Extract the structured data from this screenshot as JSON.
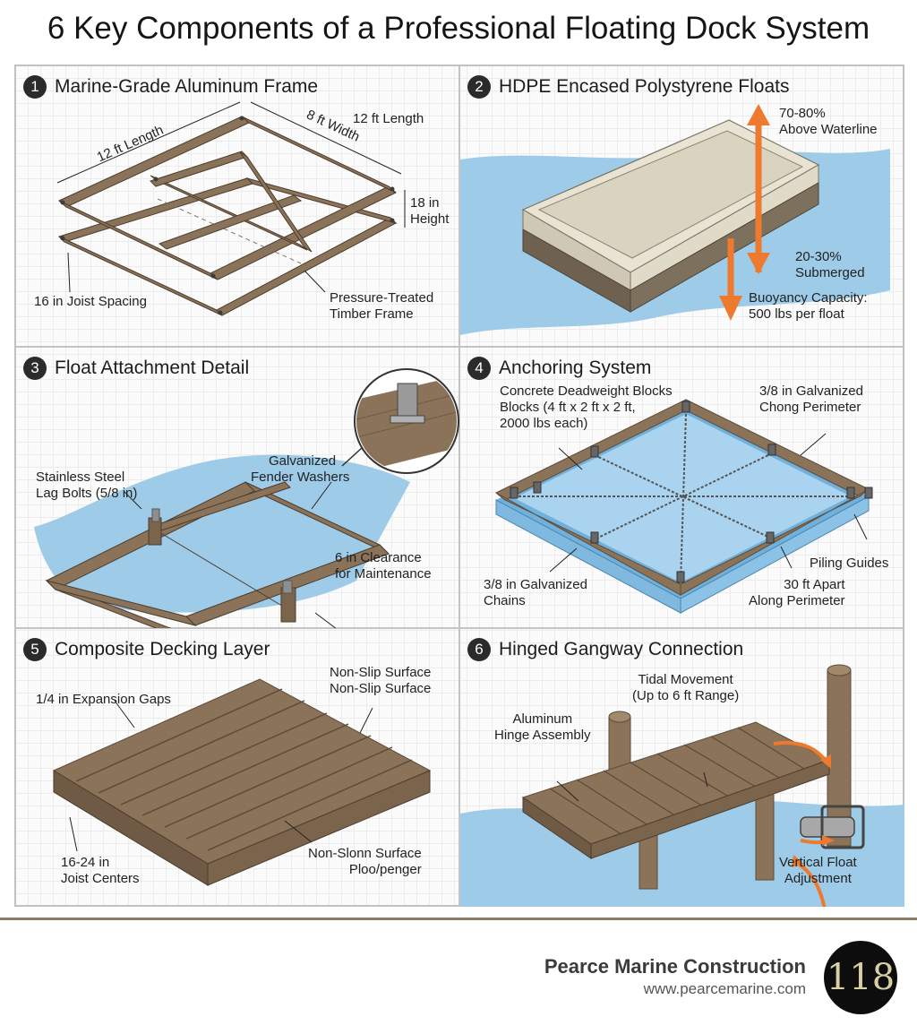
{
  "title": "6 Key Components of a Professional Floating Dock System",
  "panels": [
    {
      "num": "1",
      "title": "Marine-Grade Aluminum Frame",
      "labels": {
        "length_a": "12 ft Length",
        "width": "8 ft Width",
        "length_b": "12 ft Length",
        "height_1": "18 in",
        "height_2": "Height",
        "joist": "16 in Joist Spacing",
        "timber_1": "Pressure-Treated",
        "timber_2": "Timber Frame"
      }
    },
    {
      "num": "2",
      "title": "HDPE Encased Polystyrene Floats",
      "labels": {
        "above_1": "70-80%",
        "above_2": "Above Waterline",
        "sub_1": "20-30%",
        "sub_2": "Submerged",
        "buoy_1": "Buoyancy Capacity:",
        "buoy_2": "500 lbs per float"
      }
    },
    {
      "num": "3",
      "title": "Float Attachment Detail",
      "labels": {
        "lag_1": "Stainless Steel",
        "lag_2": "Lag Bolts (5/8 in)",
        "washer_1": "Galvanized",
        "washer_2": "Fender Washers",
        "clear_1": "6 in Clearance",
        "clear_2": "for Maintenance"
      }
    },
    {
      "num": "4",
      "title": "Anchoring System",
      "labels": {
        "blocks_1": "Concrete Deadweight Blocks",
        "blocks_2": "Blocks (4 ft x 2 ft x 2 ft,",
        "blocks_3": "2000 lbs each)",
        "perim_1": "3/8 in Galvanized",
        "perim_2": "Chong Perimeter",
        "piling": "Piling Guides",
        "chains_1": "3/8 in Galvanized",
        "chains_2": "Chains",
        "apart_1": "30 ft Apart",
        "apart_2": "Along Perimeter"
      }
    },
    {
      "num": "5",
      "title": "Composite Decking Layer",
      "labels": {
        "gaps": "1/4 in Expansion Gaps",
        "nonslip_1": "Non-Slip Surface",
        "nonslip_2": "Non-Slip Surface",
        "joist_1": "16-24 in",
        "joist_2": "Joist Centers",
        "slow_1": "Non-Slonn Surface",
        "slow_2": "Ploo/penger"
      }
    },
    {
      "num": "6",
      "title": "Hinged Gangway Connection",
      "labels": {
        "tidal_1": "Tidal Movement",
        "tidal_2": "(Up to 6 ft Range)",
        "hinge_1": "Aluminum",
        "hinge_2": "Hinge Assembly",
        "vert_1": "Vertical Float",
        "vert_2": "Adjustment"
      }
    }
  ],
  "footer": {
    "company": "Pearce Marine Construction",
    "url": "www.pearcemarine.com",
    "badge": "118"
  },
  "colors": {
    "wood": "#8a7358",
    "wood_dark": "#5e4c3a",
    "water": "#9dcbe8",
    "water_dark": "#6fb0dc",
    "arrow": "#ee7a2f",
    "float_top": "#e8e3d3",
    "float_side": "#6e6150"
  }
}
